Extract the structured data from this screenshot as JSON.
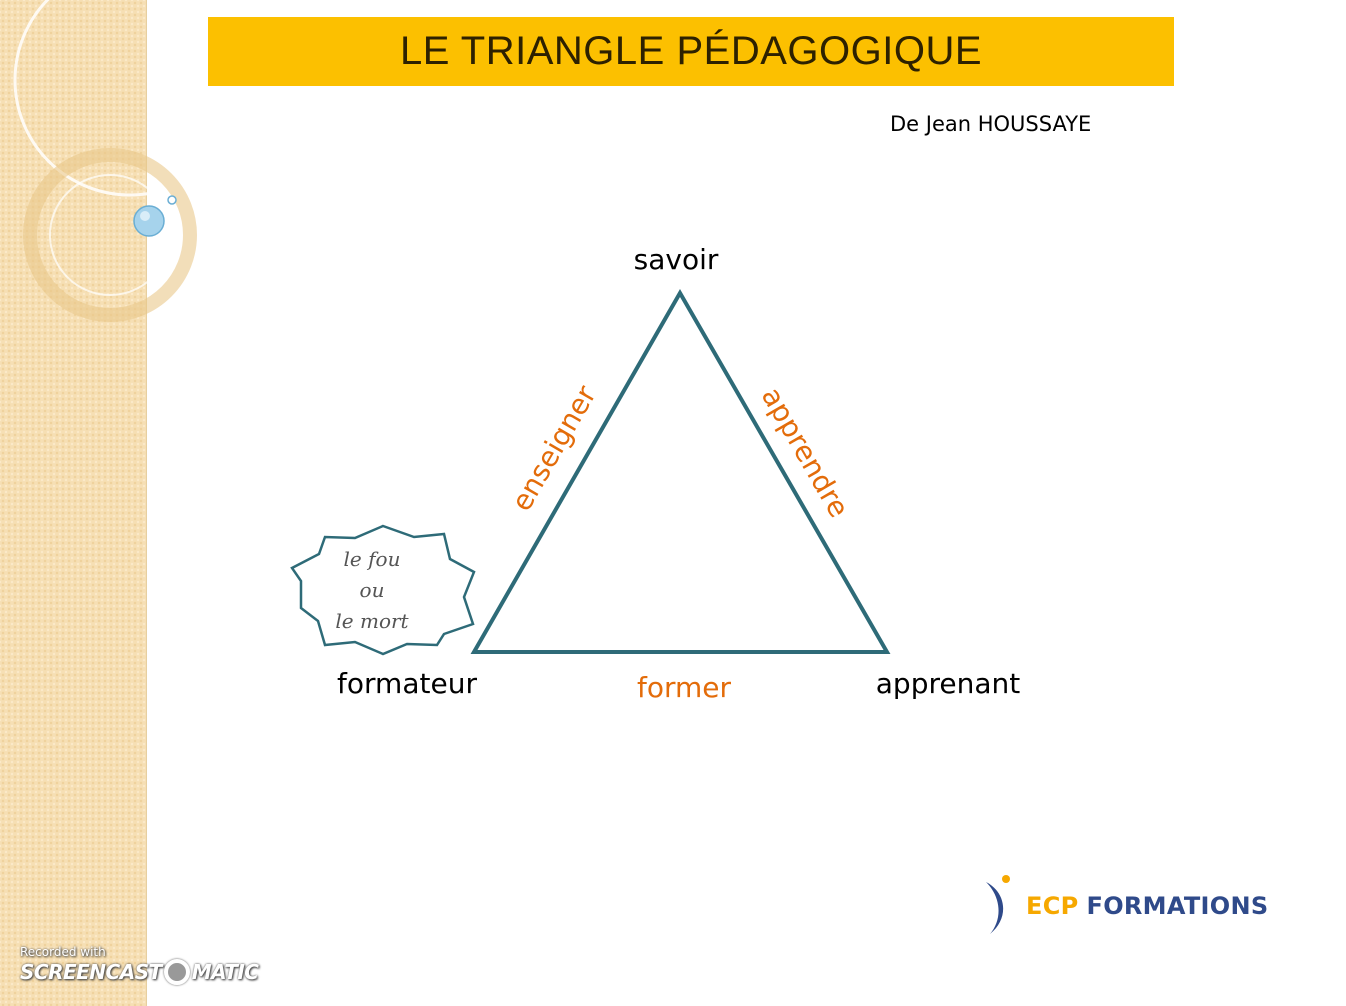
{
  "title": "LE TRIANGLE PÉDAGOGIQUE",
  "subtitle": "De Jean  HOUSSAYE",
  "colors": {
    "title_bar": "#fcc000",
    "triangle_stroke": "#2e6b78",
    "edge_labels": "#e36c0a",
    "logo_ecp": "#f6a800",
    "logo_formations": "#2f4a8a",
    "side_panel": "#f6dfb4"
  },
  "triangle": {
    "vertices": {
      "top": "savoir",
      "left": "formateur",
      "right": "apprenant"
    },
    "edges": {
      "left": "enseigner",
      "right": "apprendre",
      "bottom": "former"
    }
  },
  "note": {
    "lines": [
      "le fou",
      "ou",
      "le mort"
    ]
  },
  "logo": {
    "ecp": "ECP",
    "formations": "FORMATIONS",
    "icon": "crescent-logo-icon"
  },
  "watermark": {
    "line1": "Recorded with",
    "brand_left": "SCREENCAST",
    "brand_right": "MATIC"
  }
}
